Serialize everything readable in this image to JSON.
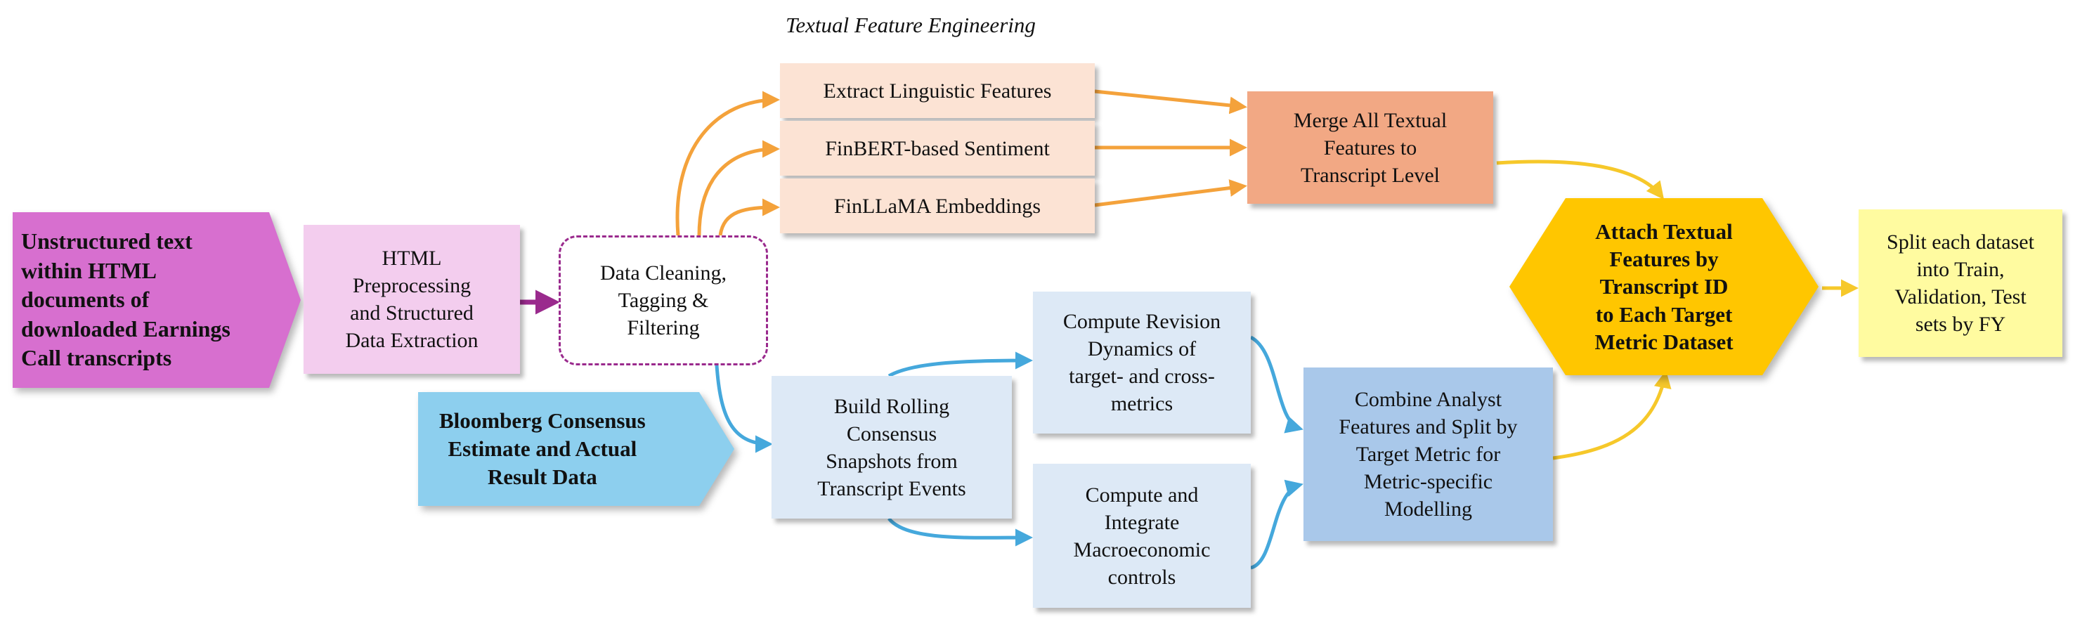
{
  "caption": "Textual Feature Engineering",
  "colors": {
    "orange_arrow": "#f4a23b",
    "yellow_arrow": "#f6c82a",
    "blue_arrow": "#45a8dc",
    "purple_arrow": "#9a2a8d",
    "source_text_fill": "#d76fcf",
    "source_bloomberg_fill": "#8dcfee",
    "html_fill": "#f3cdee",
    "text_feature_fill": "#fce3d4",
    "merge_fill": "#f2a884",
    "attach_fill": "#ffc600",
    "split_fill": "#fffba0",
    "process_fill": "#dde9f6",
    "combine_fill": "#a9c8ea"
  },
  "nodes": {
    "unstructured": "Unstructured text\nwithin HTML\ndocuments of\ndownloaded Earnings\nCall transcripts",
    "html_preprocessing": "HTML\nPreprocessing\nand Structured\nData Extraction",
    "data_cleaning": "Data Cleaning,\nTagging &\nFiltering",
    "extract_linguistic": "Extract Linguistic Features",
    "finbert": "FinBERT-based Sentiment",
    "finllama": "FinLLaMA Embeddings",
    "merge_textual": "Merge All Textual\nFeatures to\nTranscript Level",
    "attach_textual": "Attach Textual\nFeatures by\nTranscript ID\nto Each Target\nMetric Dataset",
    "split_dataset": "Split each dataset\ninto Train,\nValidation, Test\nsets by FY",
    "bloomberg": "Bloomberg Consensus\nEstimate and Actual\nResult Data",
    "build_rolling": "Build Rolling\nConsensus\nSnapshots from\nTranscript Events",
    "compute_revision": "Compute Revision\nDynamics of\ntarget- and cross-\nmetrics",
    "compute_macro": "Compute and\nIntegrate\nMacroeconomic\ncontrols",
    "combine_analyst": "Combine Analyst\nFeatures and Split by\nTarget Metric for\nMetric-specific\nModelling"
  }
}
